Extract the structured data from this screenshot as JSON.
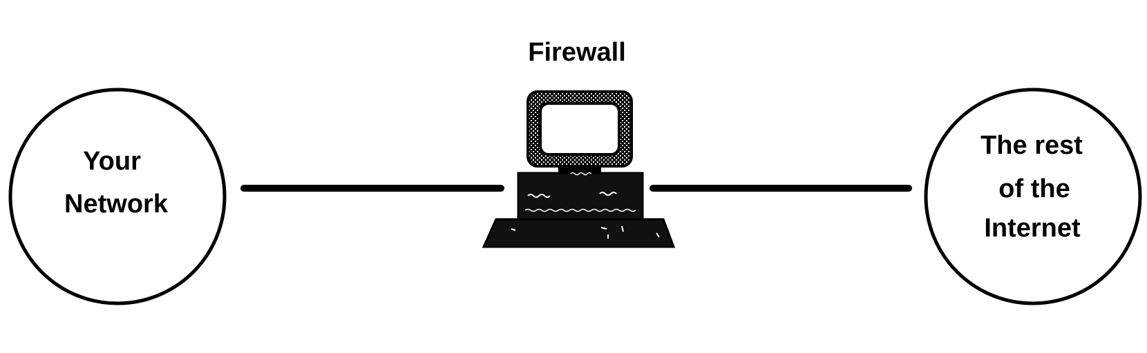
{
  "diagram": {
    "firewall_label": "Firewall",
    "left_node": {
      "line1": "Your",
      "line2": "Network"
    },
    "right_node": {
      "line1": "The rest",
      "line2": "of the",
      "line3": "Internet"
    },
    "icon": "desktop-computer-icon",
    "colors": {
      "stroke": "#000000",
      "fill": "#ffffff"
    }
  }
}
